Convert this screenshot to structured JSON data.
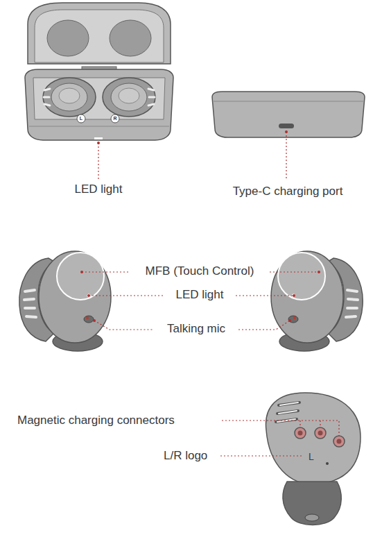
{
  "diagram": {
    "labels": [
      "LED light",
      "Type-C charging port",
      "MFB (Touch Control)",
      "LED light",
      "Talking mic",
      "Magnetic charging connectors",
      "L/R logo",
      "L",
      "R",
      "L"
    ]
  }
}
